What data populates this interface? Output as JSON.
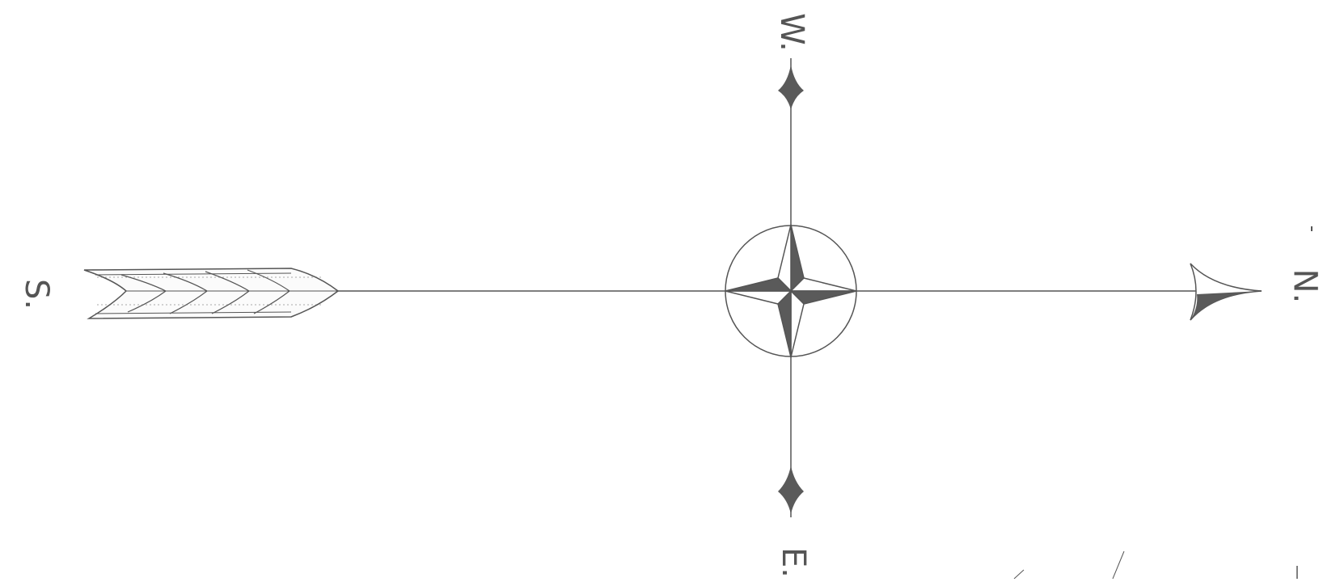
{
  "compass": {
    "north": "N.",
    "south": "S.",
    "west": "W.",
    "east": "E."
  },
  "colors": {
    "ink": "#555555",
    "fill": "#5a5a5a",
    "background": "#ffffff"
  },
  "icons": [
    "compass-rose-icon",
    "arrowhead-icon",
    "arrow-fletching-icon",
    "cardinal-diamond-icon"
  ]
}
